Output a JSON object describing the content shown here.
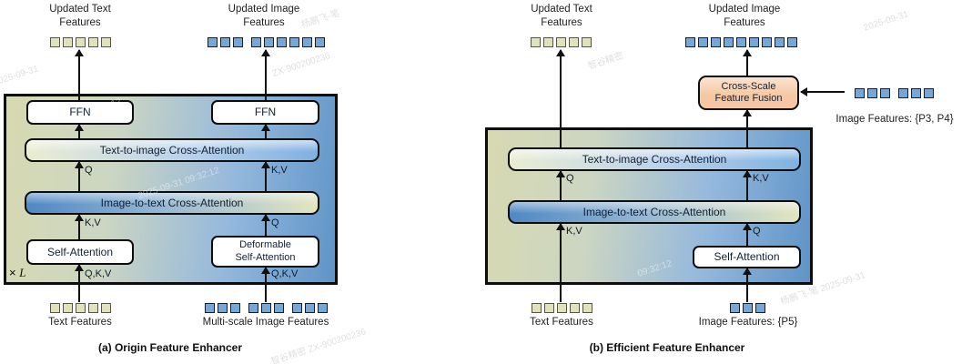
{
  "colors": {
    "text_square_fill": "#dfe2bc",
    "image_square_fill": "#7aa6d6",
    "enh_left": "#d7d9b1",
    "enh_right": "#5f94c8",
    "t2i_left": "#eaedd2",
    "t2i_right": "#7fb1e1",
    "i2t_left": "#4f88c4",
    "i2t_right": "#e2e5c0",
    "csff_fill": "#f5c8a3",
    "arrow": "#111111",
    "label_text": "#1f1f1f"
  },
  "panel_a": {
    "caption": "(a) Origin Feature Enhancer",
    "output_text_label": "Updated Text\nFeatures",
    "output_image_label": "Updated Image\nFeatures",
    "ffn_left": "FFN",
    "ffn_right": "FFN",
    "t2i": "Text-to-image Cross-Attention",
    "i2t": "Image-to-text Cross-Attention",
    "self_attention": "Self-Attention",
    "deformable": "Deformable\nSelf-Attention",
    "loop_symbol": "×",
    "loop_var": "L",
    "q_left": "Q",
    "kv_right": "K,V",
    "kv_left": "K,V",
    "q_right": "Q",
    "qkv_left": "Q,K,V",
    "qkv_right": "Q,K,V",
    "input_text_label": "Text Features",
    "input_image_label": "Multi-scale Image Features",
    "squares": {
      "output_text": {
        "kind": "text",
        "groups": [
          5
        ]
      },
      "output_image": {
        "kind": "image",
        "groups": [
          3,
          6
        ]
      },
      "input_text": {
        "kind": "text",
        "groups": [
          5
        ]
      },
      "input_image": {
        "kind": "image",
        "groups": [
          3,
          3,
          3
        ]
      }
    }
  },
  "panel_b": {
    "caption": "(b) Efficient Feature Enhancer",
    "output_text_label": "Updated Text\nFeatures",
    "output_image_label": "Updated Image\nFeatures",
    "t2i": "Text-to-image Cross-Attention",
    "i2t": "Image-to-text Cross-Attention",
    "self_attention": "Self-Attention",
    "csff": "Cross-Scale\nFeature Fusion",
    "q_left": "Q",
    "kv_right": "K,V",
    "kv_left": "K,V",
    "q_right": "Q",
    "p3p4_label": "Image Features: {P3, P4}",
    "input_text_label": "Text Features",
    "p5_label": "Image Features: {P5}",
    "squares": {
      "output_text": {
        "kind": "text",
        "groups": [
          5
        ]
      },
      "output_image": {
        "kind": "image",
        "groups": [
          9
        ]
      },
      "p3p4": {
        "kind": "image",
        "groups": [
          3,
          3
        ]
      },
      "input_text": {
        "kind": "text",
        "groups": [
          5
        ]
      },
      "p5": {
        "kind": "image",
        "groups": [
          3
        ]
      }
    }
  },
  "watermarks": [
    "2025-09-31",
    "09:32:12",
    "杨鹏飞-笔",
    "ZX-900200236",
    "2025-09-31 09:32:12",
    "智谷精密 ZX-900200236",
    "智谷精密",
    "09:32:12",
    "杨鹏飞-笔 2025-09-31",
    "2025-09-31"
  ]
}
